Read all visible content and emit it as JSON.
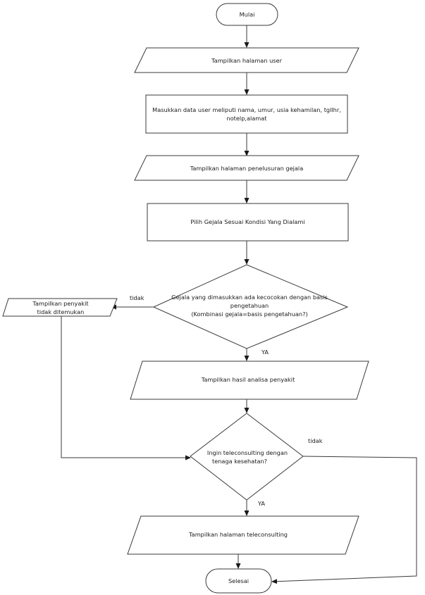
{
  "nodes": {
    "start": "Mulai",
    "show_user_page": "Tampilkan halaman user",
    "input_user_data": [
      "Masukkan data user meliputi nama, umur, usia kehamilan, tgllhr,",
      "notelp,alamat"
    ],
    "show_search_page": "Tampilkan halaman penelusuran gejala",
    "choose_symptoms": "Pilih Gejala Sesuai Kondisi Yang Dialami",
    "decision_match": [
      "Gejala yang dimasukkan ada kecocokan dengan basis",
      "pengetahuan",
      "(Kombinasi gejala=basis pengetahuan?)"
    ],
    "disease_not_found": [
      "Tampilkan  penyakit",
      "tidak ditemukan"
    ],
    "show_analysis": "Tampilkan hasil analisa penyakit",
    "decision_teleconsult": [
      "Ingin teleconsulting dengan",
      "tenaga kesehatan?"
    ],
    "show_teleconsult_page": "Tampilkan halaman teleconsulting",
    "end": "Selesai"
  },
  "edge_labels": {
    "match_no": "tidak",
    "match_yes": "YA",
    "teleconsult_no": "tidak",
    "teleconsult_yes": "YA"
  }
}
